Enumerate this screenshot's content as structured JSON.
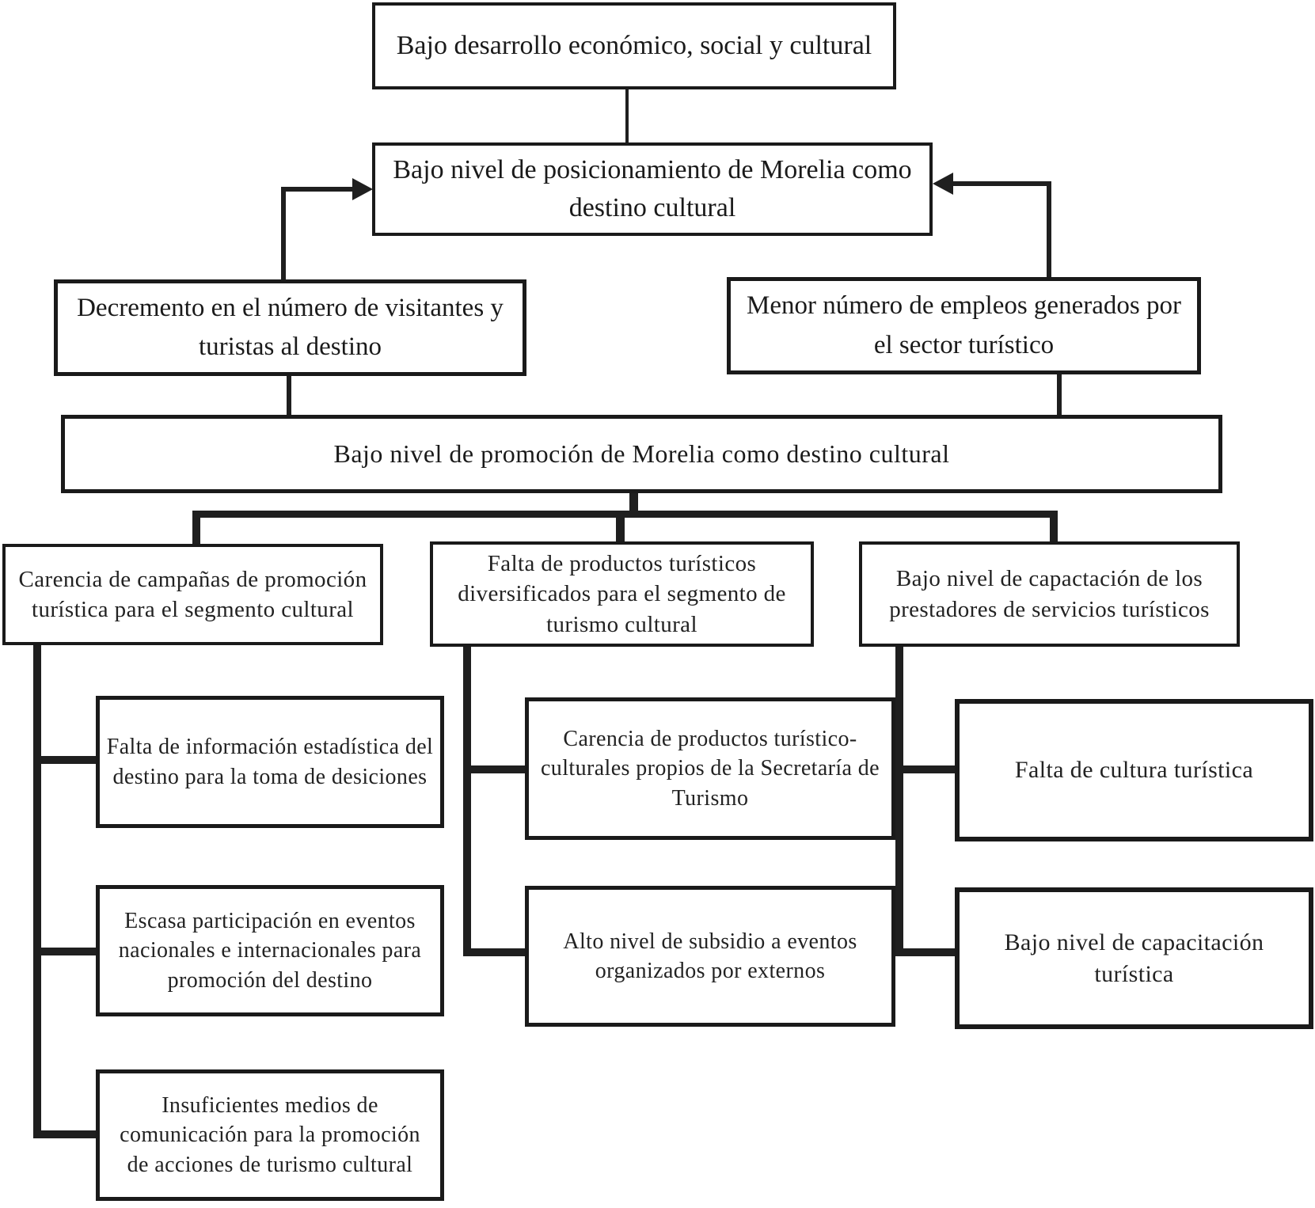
{
  "diagram": {
    "type": "problem-tree-flowchart",
    "language": "es",
    "colors": {
      "background": "#ffffff",
      "box_border": "#1a1a1a",
      "text": "#1a1a1a",
      "connector": "#1f1f1f"
    }
  },
  "nodes": {
    "root": {
      "label": "Bajo desarrollo económico, social y cultural"
    },
    "positioning": {
      "label": "Bajo nivel de posicionamiento de Morelia como destino cultural"
    },
    "visitors": {
      "label": "Decremento en el número de visitantes y turistas al destino"
    },
    "jobs": {
      "label": "Menor número de empleos generados por el sector turístico"
    },
    "promotion": {
      "label": "Bajo nivel de promoción de Morelia como destino cultural"
    },
    "campaigns": {
      "label": "Carencia de campañas de promoción turística para el segmento cultural"
    },
    "products": {
      "label": "Falta de productos turísticos diversificados para el segmento de turismo cultural"
    },
    "training": {
      "label": "Bajo nivel de capactación de los prestadores de servicios turísticos"
    },
    "statistics": {
      "label": "Falta de información estadística del destino para la toma de desiciones"
    },
    "events": {
      "label": "Escasa participación en eventos nacionales e internacionales para promoción del destino"
    },
    "media": {
      "label": "Insuficientes medios de comunicación para la promoción de acciones de turismo cultural"
    },
    "own_products": {
      "label": "Carencia de productos turístico-culturales propios de la Secretaría de Turismo"
    },
    "subsidies": {
      "label": "Alto nivel de subsidio a eventos organizados por externos"
    },
    "culture": {
      "label": "Falta de cultura turística"
    },
    "capacity": {
      "label": "Bajo nivel de capacitación turística"
    }
  },
  "edges": [
    {
      "from": "root",
      "to": "positioning",
      "style": "line"
    },
    {
      "from": "visitors",
      "to": "positioning",
      "style": "arrow"
    },
    {
      "from": "jobs",
      "to": "positioning",
      "style": "arrow"
    },
    {
      "from": "visitors",
      "to": "promotion",
      "style": "line"
    },
    {
      "from": "jobs",
      "to": "promotion",
      "style": "line"
    },
    {
      "from": "promotion",
      "to": "campaigns",
      "style": "line"
    },
    {
      "from": "promotion",
      "to": "products",
      "style": "line"
    },
    {
      "from": "promotion",
      "to": "training",
      "style": "line"
    },
    {
      "from": "campaigns",
      "to": "statistics",
      "style": "line"
    },
    {
      "from": "campaigns",
      "to": "events",
      "style": "line"
    },
    {
      "from": "campaigns",
      "to": "media",
      "style": "line"
    },
    {
      "from": "products",
      "to": "own_products",
      "style": "line"
    },
    {
      "from": "products",
      "to": "subsidies",
      "style": "line"
    },
    {
      "from": "training",
      "to": "culture",
      "style": "line"
    },
    {
      "from": "training",
      "to": "capacity",
      "style": "line"
    }
  ]
}
